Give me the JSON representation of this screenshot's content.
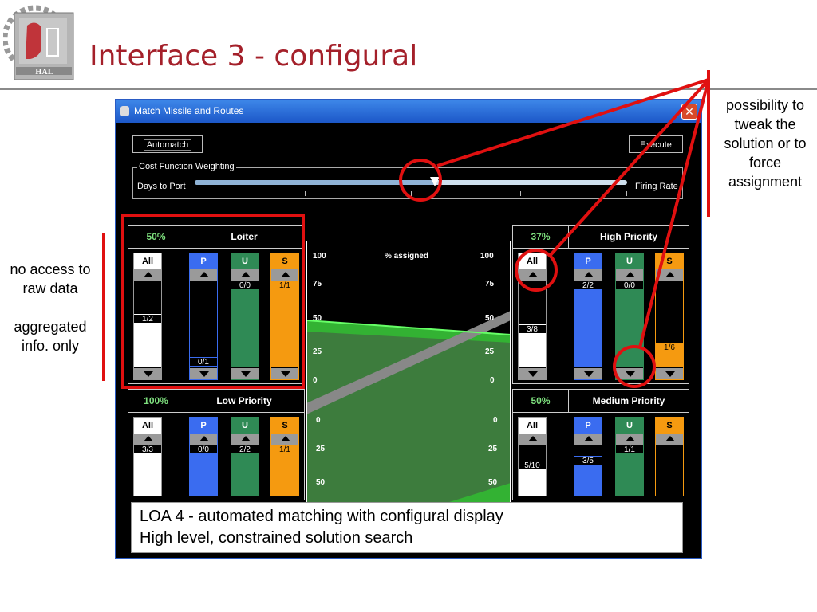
{
  "slide": {
    "title": "Interface 3 - configural",
    "logo_text": "HAL",
    "note_right": "possibility to tweak the solution or to force assignment",
    "note_left_1": "no access to raw data",
    "note_left_2": "aggregated info. only",
    "caption_line1": "LOA 4 -  automated matching with configural display",
    "caption_line2": "High level, constrained solution search"
  },
  "window": {
    "title": "Match Missile and Routes",
    "close_label": "✕",
    "automatch_label": "Automatch",
    "execute_label": "Execute",
    "cost_function_label": "Cost Function Weighting",
    "slider_left_label": "Days to Port",
    "slider_right_label": "Firing Rate",
    "slider_value": 0.5,
    "center_label": "% assigned",
    "scale_top": [
      "100",
      "75",
      "50",
      "25",
      "0"
    ],
    "scale_bottom": [
      "0",
      "25",
      "50"
    ]
  },
  "panels": [
    {
      "id": "loiter",
      "pct": "50%",
      "name": "Loiter",
      "cols": [
        {
          "head": "All",
          "ratio": "1/2",
          "fill": 0.5
        },
        {
          "head": "P",
          "ratio": "0/1",
          "fill": 0
        },
        {
          "head": "U",
          "ratio": "0/0",
          "fill": 1
        },
        {
          "head": "S",
          "ratio": "1/1",
          "fill": 1
        }
      ]
    },
    {
      "id": "high-priority",
      "pct": "37%",
      "name": "High Priority",
      "cols": [
        {
          "head": "All",
          "ratio": "3/8",
          "fill": 0.375
        },
        {
          "head": "P",
          "ratio": "2/2",
          "fill": 1
        },
        {
          "head": "U",
          "ratio": "0/0",
          "fill": 1
        },
        {
          "head": "S",
          "ratio": "1/6",
          "fill": 0.167
        }
      ]
    },
    {
      "id": "low-priority",
      "pct": "100%",
      "name": "Low Priority",
      "cols": [
        {
          "head": "All",
          "ratio": "3/3",
          "fill": 1
        },
        {
          "head": "P",
          "ratio": "0/0",
          "fill": 1
        },
        {
          "head": "U",
          "ratio": "2/2",
          "fill": 1
        },
        {
          "head": "S",
          "ratio": "1/1",
          "fill": 1
        }
      ]
    },
    {
      "id": "medium-priority",
      "pct": "50%",
      "name": "Medium Priority",
      "cols": [
        {
          "head": "All",
          "ratio": "5/10",
          "fill": 0.5
        },
        {
          "head": "P",
          "ratio": "3/5",
          "fill": 0.6
        },
        {
          "head": "U",
          "ratio": "1/1",
          "fill": 1
        },
        {
          "head": "S",
          "ratio": "",
          "fill": 0
        }
      ]
    }
  ],
  "colors": {
    "title": "#a4202a",
    "annotation_red": "#e01010",
    "col_all": "#ffffff",
    "col_p": "#3a6cf0",
    "col_u": "#2f8a55",
    "col_s": "#f59a10",
    "pct_green": "#7ee07e",
    "band_green": "#33b233"
  }
}
